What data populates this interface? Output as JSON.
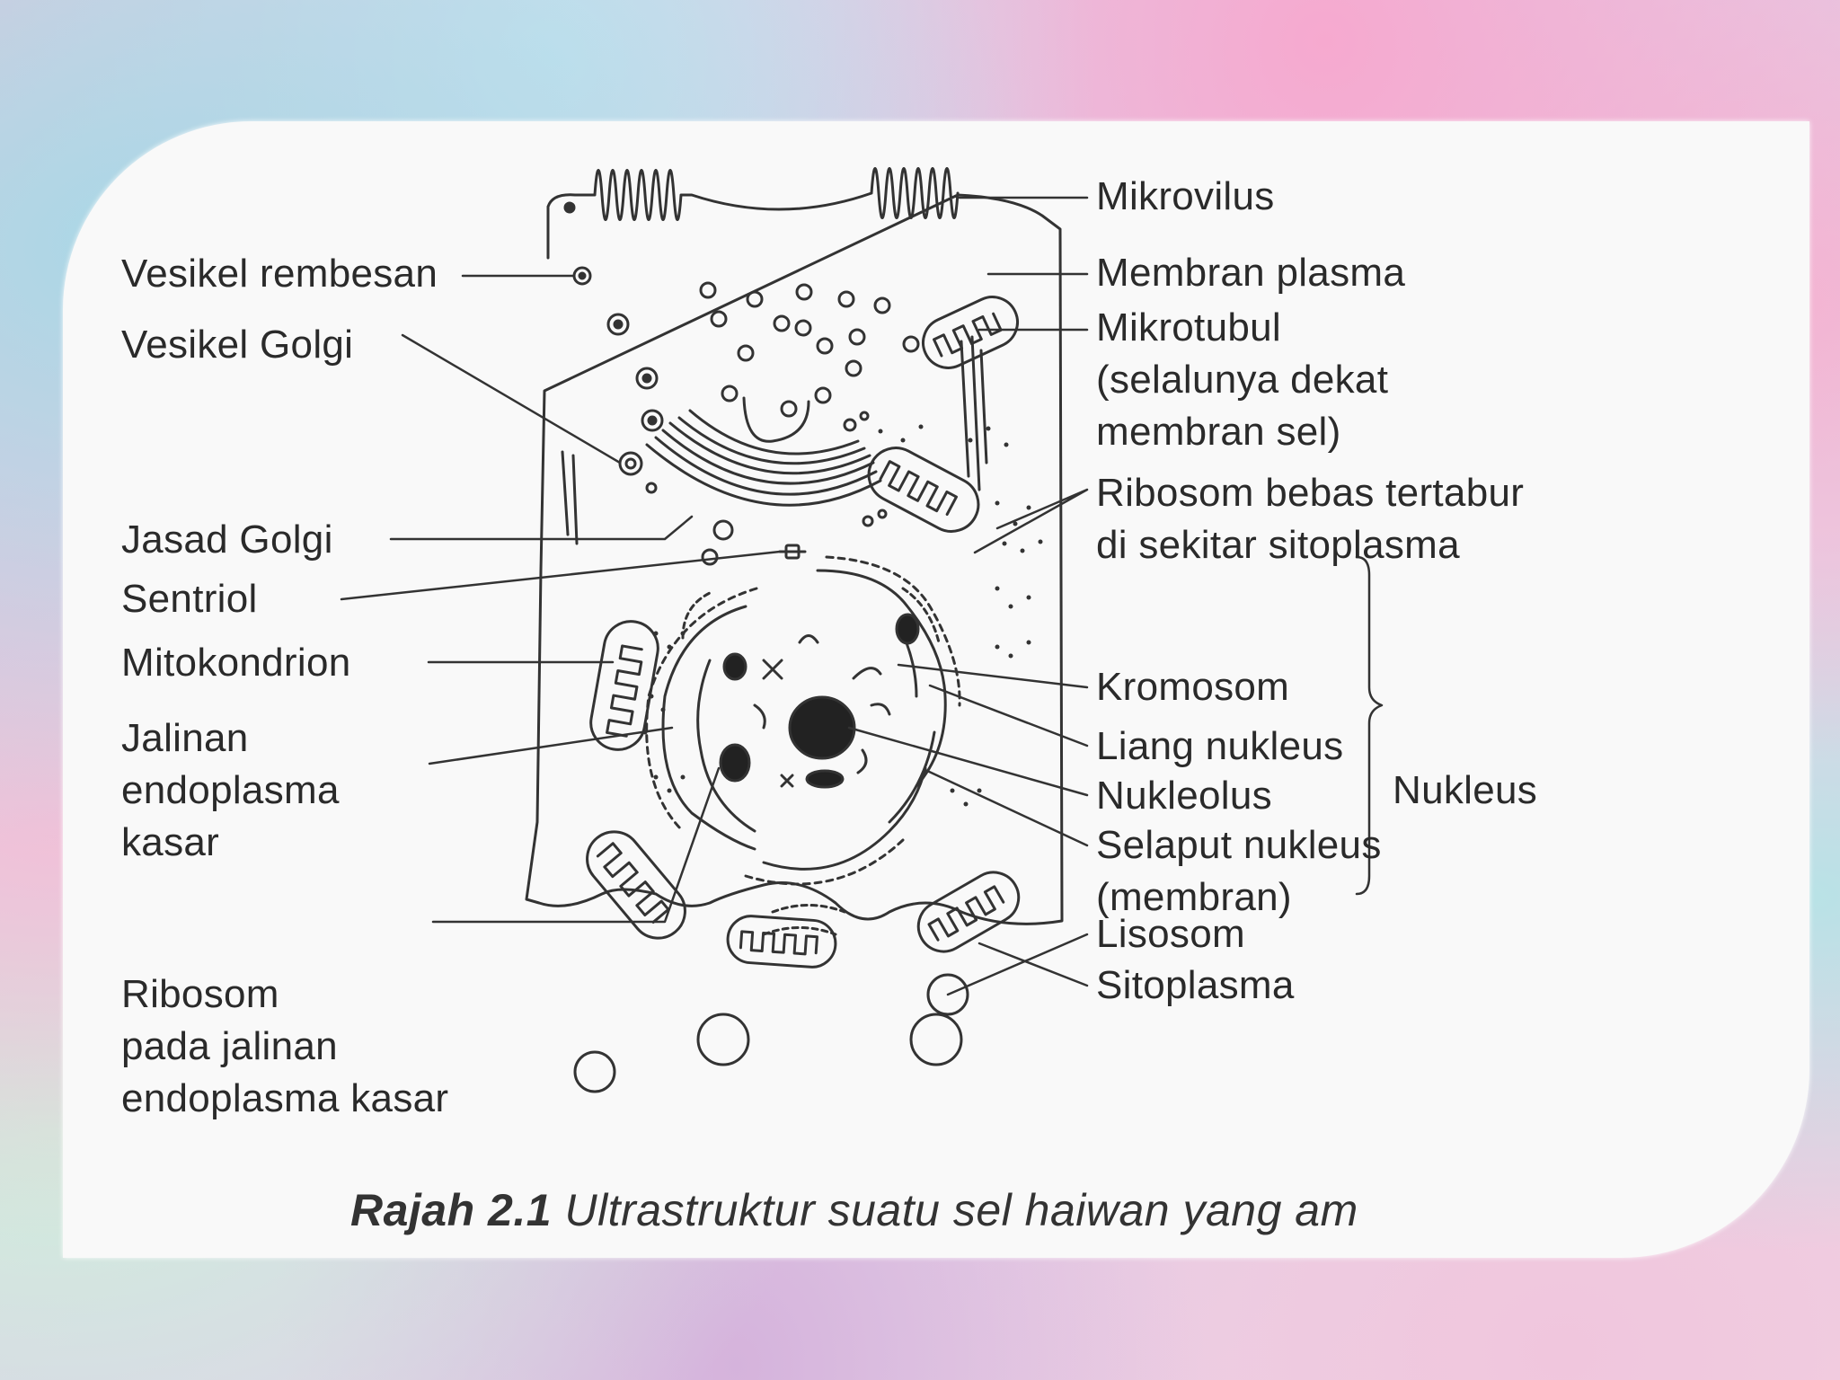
{
  "labels": {
    "vesikel_rembesan": "Vesikel rembesan",
    "vesikel_golgi": "Vesikel Golgi",
    "jasad_golgi": "Jasad Golgi",
    "sentriol": "Sentriol",
    "mitokondrion": "Mitokondrion",
    "jalinan_er_kasar": [
      "Jalinan",
      "endoplasma",
      "kasar"
    ],
    "ribosom_er": [
      "Ribosom",
      "pada jalinan",
      "endoplasma kasar"
    ],
    "mikrovilus": "Mikrovilus",
    "membran_plasma": "Membran plasma",
    "mikrotubul": [
      "Mikrotubul",
      "(selalunya dekat",
      "membran sel)"
    ],
    "ribosom_bebas": [
      "Ribosom bebas tertabur",
      "di sekitar sitoplasma"
    ],
    "kromosom": "Kromosom",
    "liang_nukleus": "Liang nukleus",
    "nukleolus": "Nukleolus",
    "selaput_nukleus": [
      "Selaput nukleus",
      "(membran)"
    ],
    "nukleus": "Nukleus",
    "lisosom": "Lisosom",
    "sitoplasma": "Sitoplasma"
  },
  "caption": {
    "number": "Rajah 2.1",
    "text": "Ultrastruktur suatu sel haiwan yang am"
  }
}
